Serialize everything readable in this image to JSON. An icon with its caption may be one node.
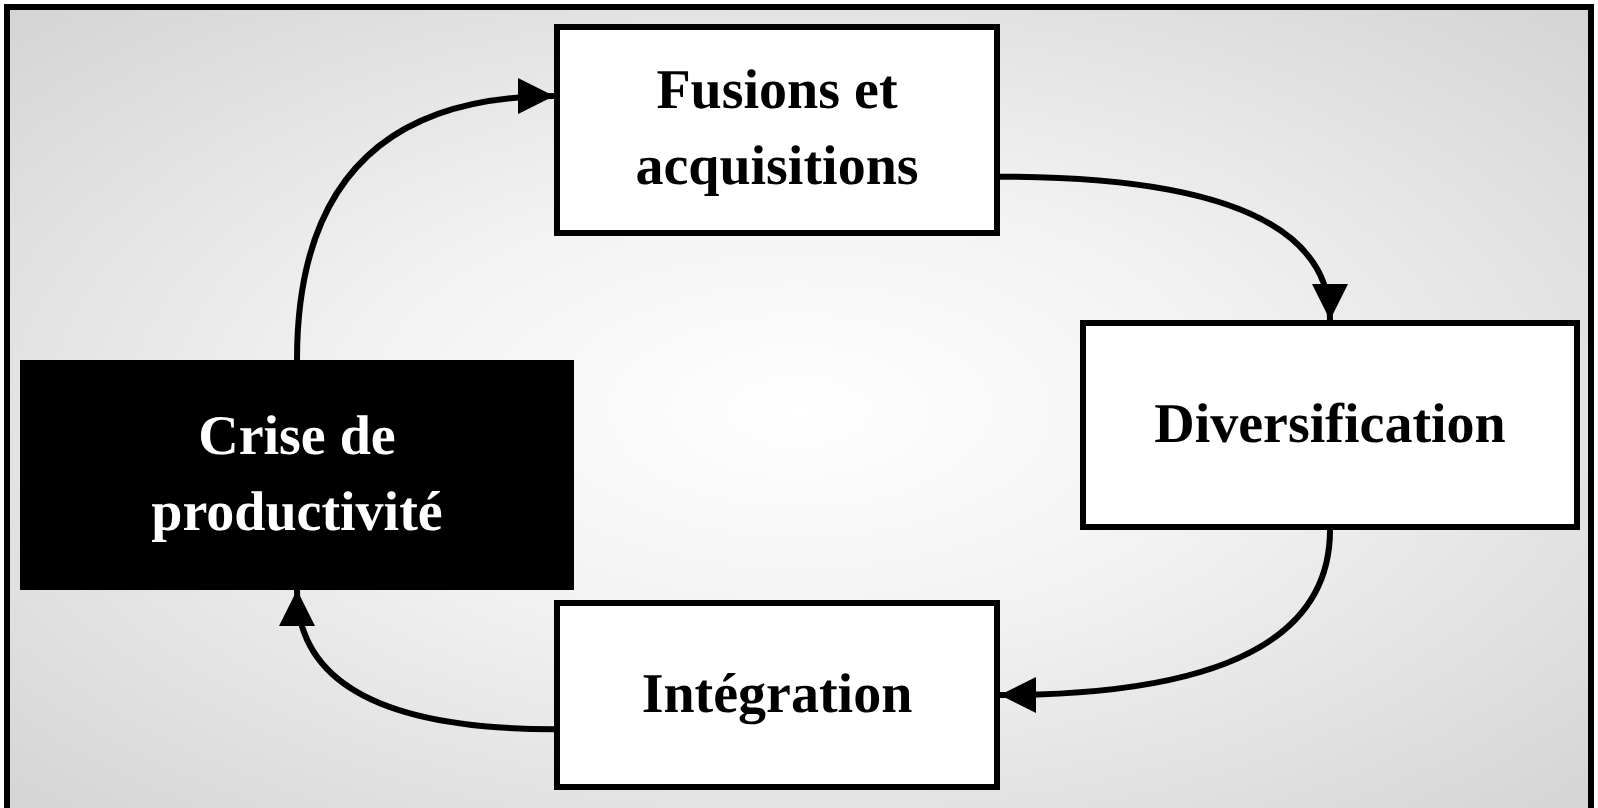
{
  "diagram": {
    "nodes": [
      {
        "text": [
          "Fusions et acquisitions"
        ]
      },
      {
        "text": [
          "Crise de productivité"
        ]
      },
      {
        "text": [
          "Diversification"
        ]
      },
      {
        "text": [
          "Intégration"
        ]
      }
    ],
    "edges": [
      {
        "from": 1,
        "to": 0,
        "arrow": "to"
      },
      {
        "from": 0,
        "to": 2,
        "arrow": "to"
      },
      {
        "from": 2,
        "to": 3,
        "arrow": "to"
      },
      {
        "from": 3,
        "to": 1,
        "arrow": "to"
      }
    ]
  }
}
